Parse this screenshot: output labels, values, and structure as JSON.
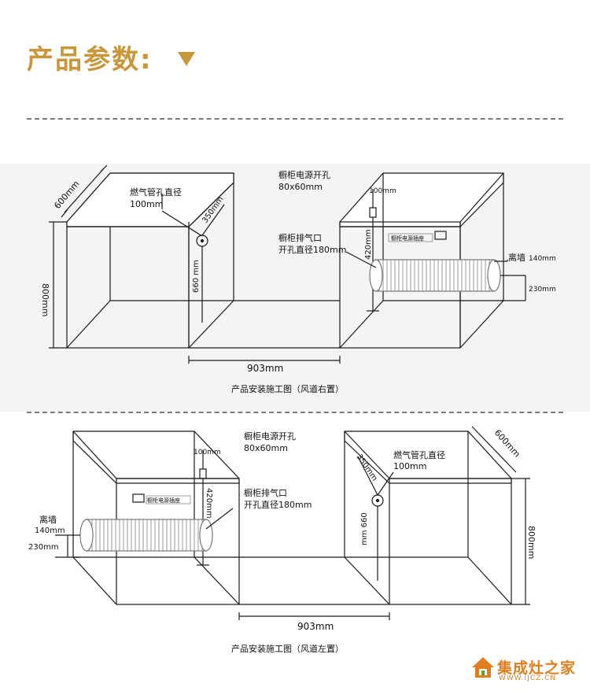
{
  "header": {
    "title": "产品参数:"
  },
  "right": {
    "depth": "600mm",
    "height": "800mm",
    "gas_label_1": "燃气管孔直径",
    "gas_label_2": "100mm",
    "offset_350": "350mm",
    "height_660": "660 mm",
    "power_label_1": "橱柜电源开孔",
    "power_label_2": "80x60mm",
    "dim_100": "100mm",
    "dim_420": "420mm",
    "exhaust_label_1": "橱柜排气口",
    "exhaust_label_2": "开孔直径180mm",
    "socket_label": "橱柜电源插座",
    "wall_label": "离墙",
    "wall_140": "140mm",
    "dim_230": "230mm",
    "width": "903mm",
    "caption": "产品安装施工图（风道右置）"
  },
  "left": {
    "power_label_1": "橱柜电源开孔",
    "power_label_2": "80x60mm",
    "dim_100": "100mm",
    "dim_420": "420mm",
    "exhaust_label_1": "橱柜排气口",
    "exhaust_label_2": "开孔直径180mm",
    "socket_label": "橱柜电源插座",
    "wall_label": "离墙",
    "wall_140": "140mm",
    "dim_230": "230mm",
    "gas_label_1": "燃气管孔直径",
    "gas_label_2": "100mm",
    "offset_350": "350mm",
    "height_660": "mm 660",
    "depth": "600mm",
    "height": "800mm",
    "width": "903mm",
    "caption": "产品安装施工图（风道左置）"
  },
  "logo": {
    "name": "集成灶之家",
    "url": "WWW.IJCZ.CN"
  },
  "colors": {
    "title": "#c9963a",
    "logo": "#e07f1f",
    "line": "#1a1a1a",
    "dash": "#7a7a7a"
  }
}
